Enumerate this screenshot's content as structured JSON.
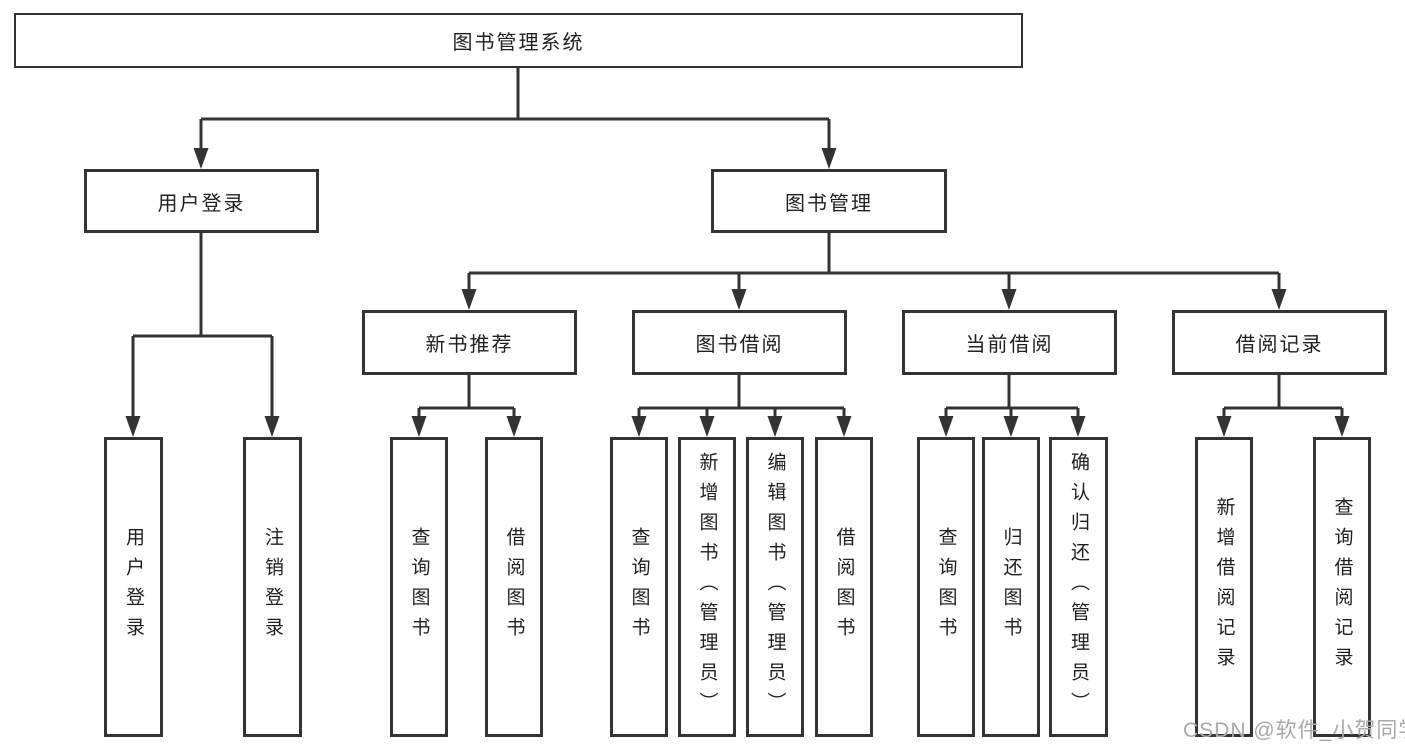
{
  "diagram": {
    "tree": {
      "label": "图书管理系统",
      "children": [
        {
          "label": "用户登录",
          "children": [
            {
              "label": "用户登录"
            },
            {
              "label": "注销登录"
            }
          ]
        },
        {
          "label": "图书管理",
          "children": [
            {
              "label": "新书推荐",
              "children": [
                {
                  "label": "查询图书"
                },
                {
                  "label": "借阅图书"
                }
              ]
            },
            {
              "label": "图书借阅",
              "children": [
                {
                  "label": "查询图书"
                },
                {
                  "label": "新增图书（管理员）"
                },
                {
                  "label": "编辑图书（管理员）"
                },
                {
                  "label": "借阅图书"
                }
              ]
            },
            {
              "label": "当前借阅",
              "children": [
                {
                  "label": "查询图书"
                },
                {
                  "label": "归还图书"
                },
                {
                  "label": "确认归还（管理员）"
                }
              ]
            },
            {
              "label": "借阅记录",
              "children": [
                {
                  "label": "新增借阅记录"
                },
                {
                  "label": "查询借阅记录"
                }
              ]
            }
          ]
        }
      ]
    }
  },
  "watermark": {
    "text": "CSDN @软件_小贺同学"
  },
  "colors": {
    "line": "#333333",
    "text": "#1f1f1f",
    "watermark": "#a9a9a9"
  }
}
